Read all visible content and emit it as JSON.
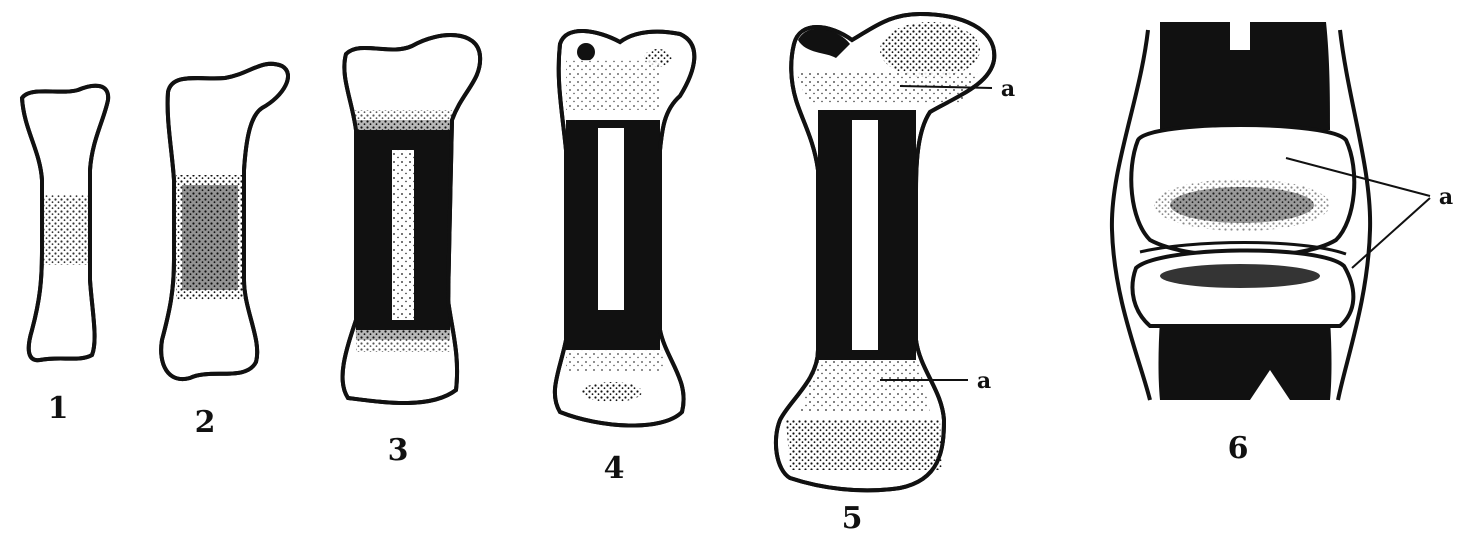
{
  "figure": {
    "stage_labels": [
      "1",
      "2",
      "3",
      "4",
      "5",
      "6"
    ],
    "annotation_letter": "a"
  },
  "colors": {
    "ink": "#111111",
    "bone_fill": "#ffffff",
    "ossified": "#1a1a1a",
    "paper": "#ffffff"
  }
}
